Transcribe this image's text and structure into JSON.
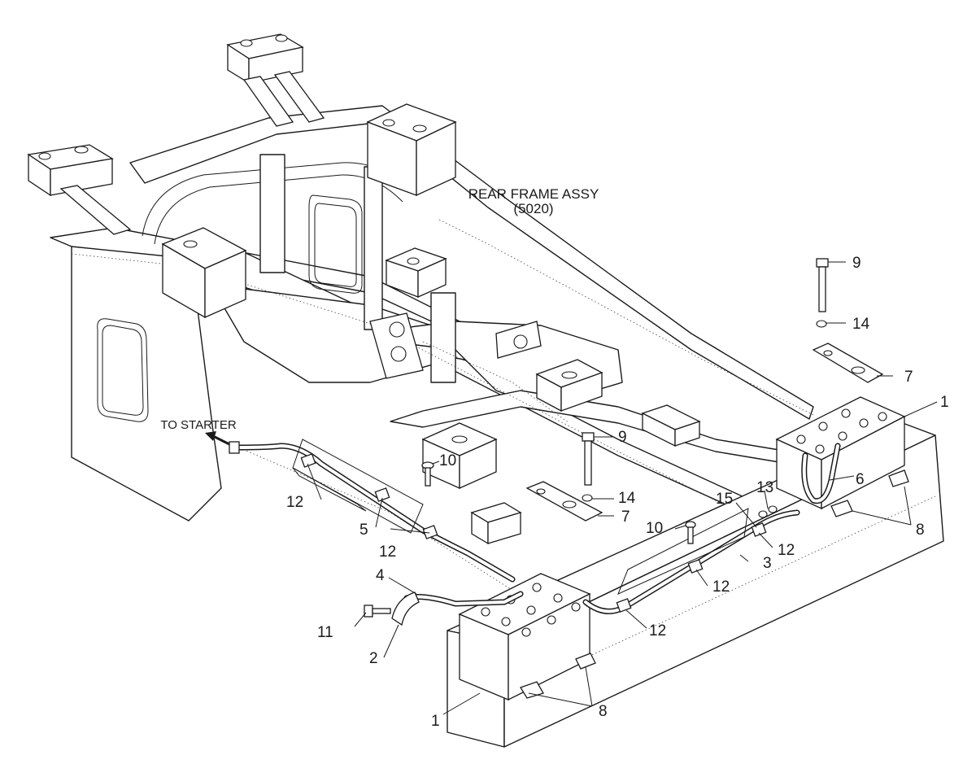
{
  "labels": {
    "rear_frame": "REAR FRAME ASSY",
    "rear_frame_code": "(5020)",
    "to_starter": "TO STARTER"
  },
  "callouts": {
    "c1": "1",
    "c2": "2",
    "c3": "3",
    "c4": "4",
    "c5": "5",
    "c6": "6",
    "c7": "7",
    "c8": "8",
    "c9": "9",
    "c10": "10",
    "c11": "11",
    "c12": "12",
    "c13": "13",
    "c14": "14",
    "c15": "15"
  }
}
